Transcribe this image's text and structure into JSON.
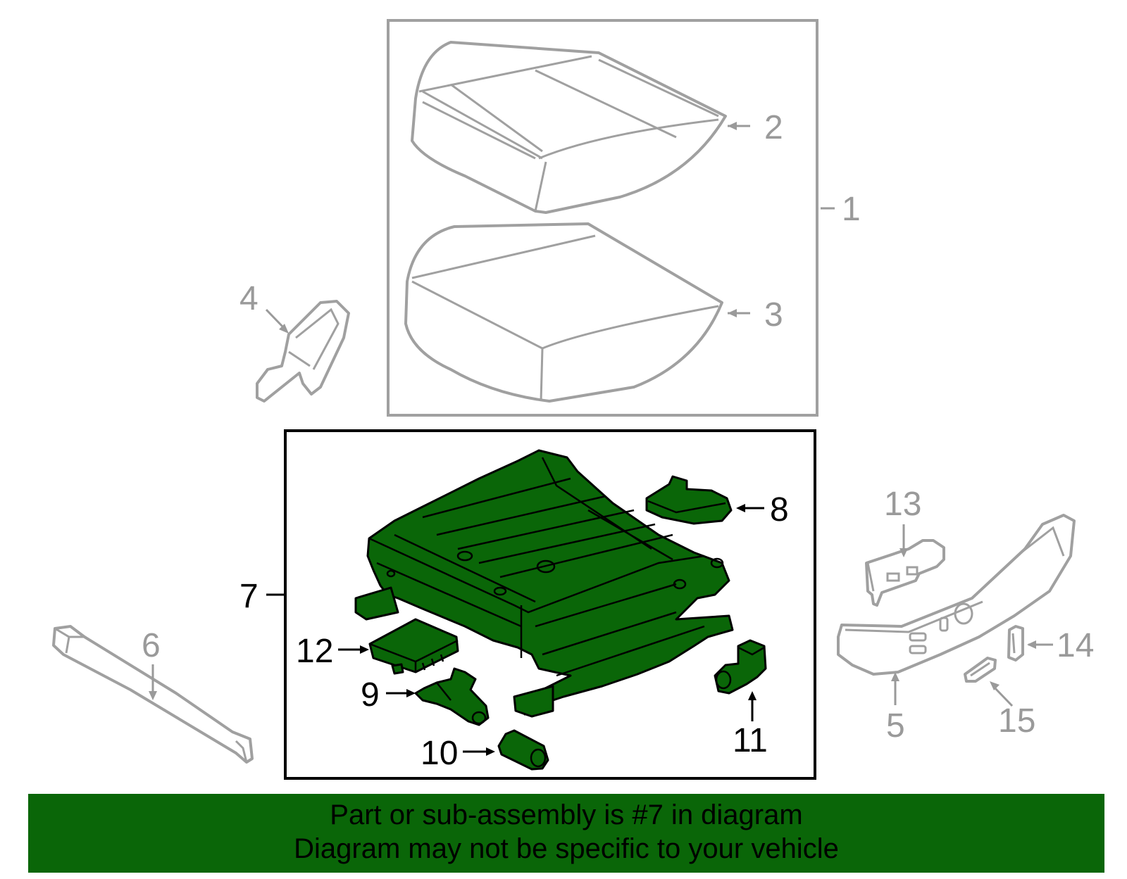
{
  "callouts": {
    "c1": "1",
    "c2": "2",
    "c3": "3",
    "c4": "4",
    "c5": "5",
    "c6": "6",
    "c7": "7",
    "c8": "8",
    "c9": "9",
    "c10": "10",
    "c11": "11",
    "c12": "12",
    "c13": "13",
    "c14": "14",
    "c15": "15"
  },
  "colors": {
    "highlight_green": "#0a6608",
    "other_parts_gray": "#a0a0a0",
    "banner_green": "#0a6608"
  },
  "banner": {
    "line1": "Part or sub-assembly is #7 in diagram",
    "line2": "Diagram may not be specific to your vehicle"
  }
}
